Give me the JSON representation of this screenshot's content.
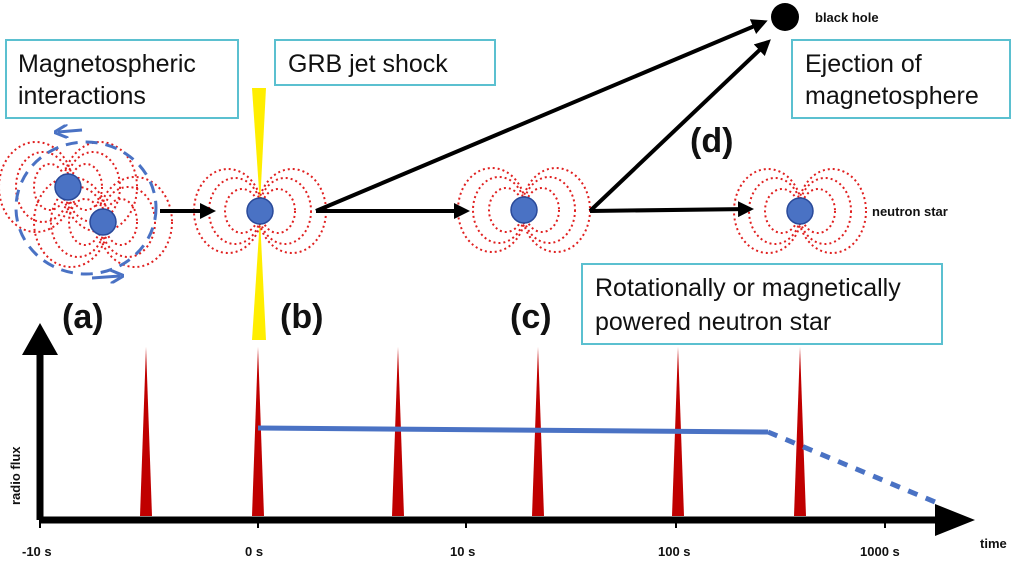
{
  "labels": {
    "magnetospheric_line1": "Magnetospheric",
    "magnetospheric_line2": "interactions",
    "grb": "GRB jet shock",
    "ejection_line1": "Ejection of",
    "ejection_line2": "magnetosphere",
    "rotational_line1": "Rotationally or magnetically",
    "rotational_line2": "powered neutron star",
    "black_hole": "black hole",
    "neutron_star": "neutron star",
    "panel_a": "(a)",
    "panel_b": "(b)",
    "panel_c": "(c)",
    "panel_d": "(d)"
  },
  "axis": {
    "y_label": "radio flux",
    "x_label": "time",
    "ticks": [
      "-10 s",
      "0 s",
      "10 s",
      "100 s",
      "1000 s"
    ]
  },
  "colors": {
    "star": "#4a72c4",
    "field_lines": "#e02020",
    "orbit": "#4a72c4",
    "jet": "#ffee00",
    "spike": "#c00000",
    "plateau": "#4a72c4",
    "box_border": "#5bc0d0",
    "arrows": "#000000"
  }
}
